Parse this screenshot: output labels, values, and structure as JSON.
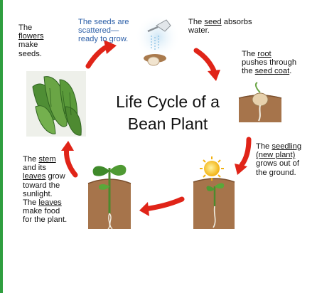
{
  "colors": {
    "edge_bar": "#2f9e3f",
    "arrow": "#e02418",
    "soil": "#b07a50",
    "leaf": "#3f8a2a",
    "pod": "#5d9a3f",
    "sun": "#f5c21a",
    "seed_text": "#2c5fa8"
  },
  "title": {
    "line1": "Life Cycle of a",
    "line2": "Bean Plant"
  },
  "steps": {
    "flowers": {
      "line1": "The",
      "line2": "flowers",
      "line3": "make",
      "line4": "seeds."
    },
    "scattered": {
      "line1": "The seeds are",
      "line2": "scattered—",
      "line3": "ready to grow."
    },
    "absorbs": {
      "pre": "The ",
      "word": "seed",
      "post": " absorbs",
      "line2": "water."
    },
    "root": {
      "line1_pre": "The ",
      "line1_word": "root",
      "line2": "pushes through",
      "line3_pre": "the ",
      "line3_word": "seed coat",
      "line3_post": "."
    },
    "seedling": {
      "line1_pre": "The ",
      "line1_word": "seedling",
      "line2": "(new plant)",
      "line3": "grows out of",
      "line4": "the ground."
    },
    "stem": {
      "line1_pre": "The ",
      "line1_word": "stem",
      "line2": "and its",
      "line3_word": "leaves",
      "line3_post": " grow",
      "line4": "toward the",
      "line5": "sunlight.",
      "line6_pre": "The ",
      "line6_word": "leaves",
      "line7": "make food",
      "line8": "for the plant."
    }
  },
  "icons": [
    "bean-pods-image",
    "watering-can-icon",
    "sprouting-seed-image",
    "seedling-sun-image",
    "growing-plant-image",
    "cycle-arrow"
  ]
}
